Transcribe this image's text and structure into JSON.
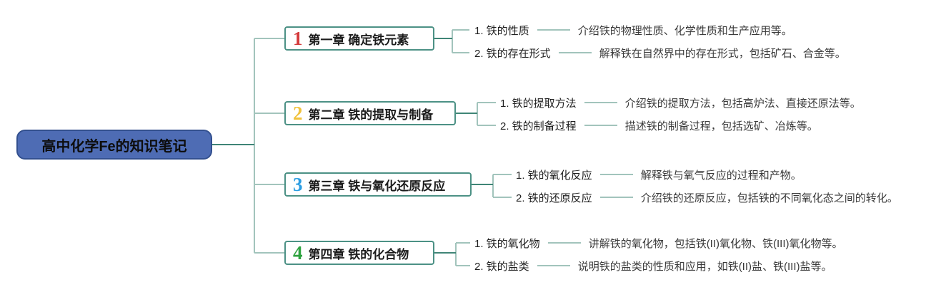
{
  "root": {
    "title": "高中化学Fe的知识笔记"
  },
  "colors": {
    "root_fill": "#4e6cb4",
    "root_border": "#33508f",
    "node_border": "#4c9185",
    "wire_light": "#a2c4bc",
    "wire_dark": "#3f8576",
    "chapter_number_colors": [
      "#d43b3c",
      "#f0c23c",
      "#2b9de2",
      "#2ea23f"
    ]
  },
  "chapters": [
    {
      "num": "1",
      "num_color": "#d43b3c",
      "title": "第一章 确定铁元素",
      "items": [
        {
          "label": "1. 铁的性质",
          "desc": "介绍铁的物理性质、化学性质和生产应用等。"
        },
        {
          "label": "2. 铁的存在形式",
          "desc": "解释铁在自然界中的存在形式，包括矿石、合金等。"
        }
      ]
    },
    {
      "num": "2",
      "num_color": "#f0c23c",
      "title": "第二章 铁的提取与制备",
      "items": [
        {
          "label": "1. 铁的提取方法",
          "desc": "介绍铁的提取方法，包括高炉法、直接还原法等。"
        },
        {
          "label": "2. 铁的制备过程",
          "desc": "描述铁的制备过程，包括选矿、冶炼等。"
        }
      ]
    },
    {
      "num": "3",
      "num_color": "#2b9de2",
      "title": "第三章 铁与氧化还原反应",
      "items": [
        {
          "label": "1. 铁的氧化反应",
          "desc": "解释铁与氧气反应的过程和产物。"
        },
        {
          "label": "2. 铁的还原反应",
          "desc": "介绍铁的还原反应，包括铁的不同氧化态之间的转化。"
        }
      ]
    },
    {
      "num": "4",
      "num_color": "#2ea23f",
      "title": "第四章 铁的化合物",
      "items": [
        {
          "label": "1. 铁的氧化物",
          "desc": "讲解铁的氧化物，包括铁(II)氧化物、铁(III)氧化物等。"
        },
        {
          "label": "2. 铁的盐类",
          "desc": "说明铁的盐类的性质和应用，如铁(II)盐、铁(III)盐等。"
        }
      ]
    }
  ]
}
